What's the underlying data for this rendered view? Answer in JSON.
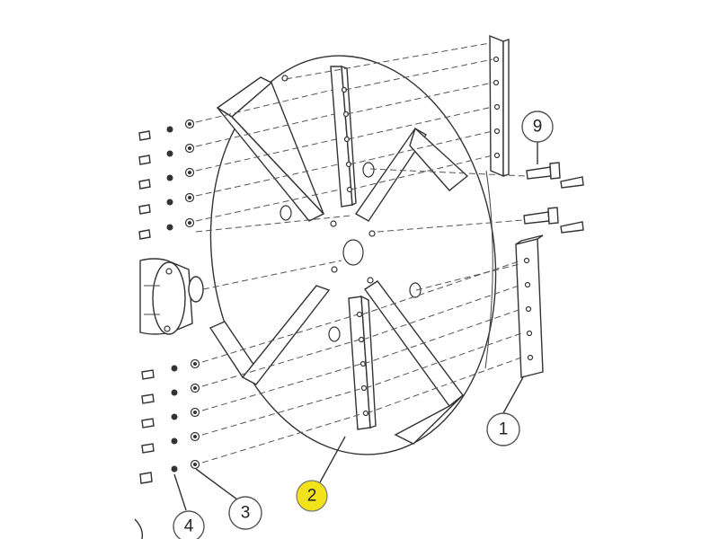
{
  "callouts": [
    {
      "id": "1",
      "label": "1",
      "highlight": false
    },
    {
      "id": "2",
      "label": "2",
      "highlight": true
    },
    {
      "id": "3",
      "label": "3",
      "highlight": false
    },
    {
      "id": "4",
      "label": "4",
      "highlight": false
    },
    {
      "id": "9",
      "label": "9",
      "highlight": false
    }
  ],
  "colors": {
    "line": "#333333",
    "highlight": "#f2e21a",
    "background": "#ffffff"
  }
}
